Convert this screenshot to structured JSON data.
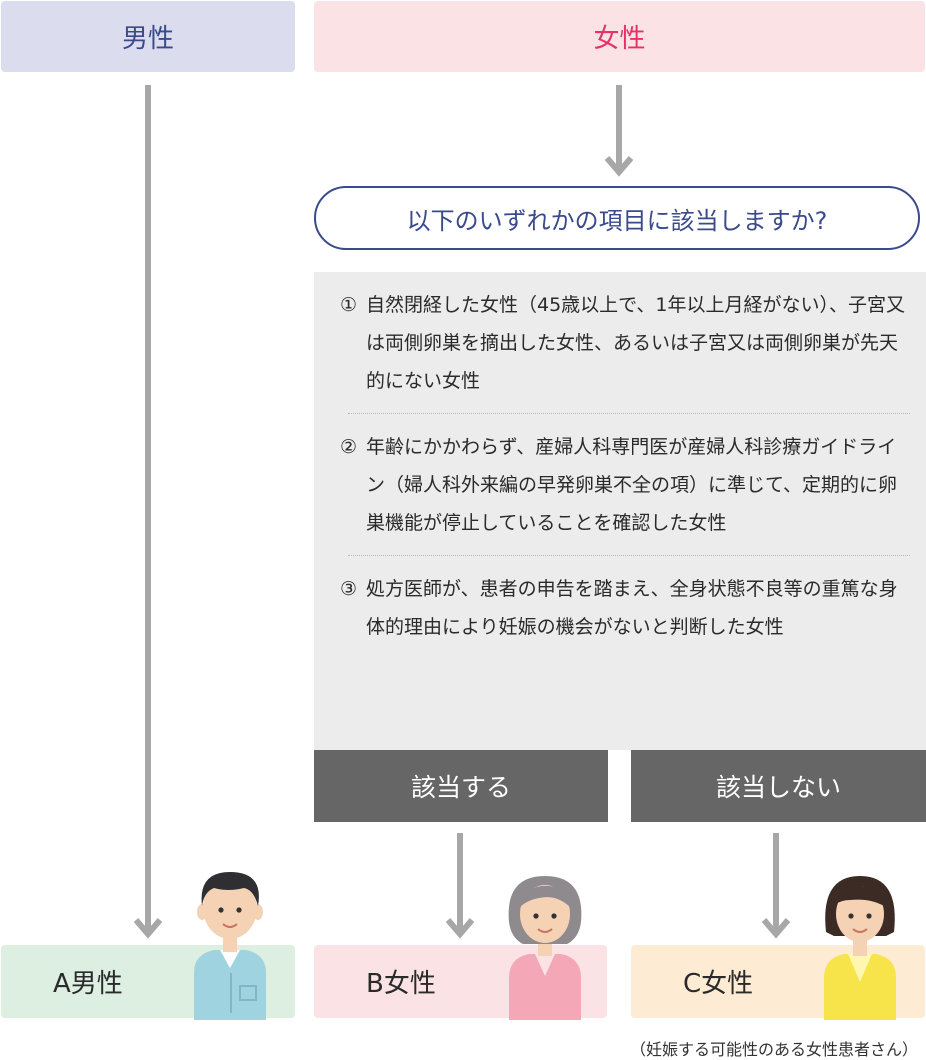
{
  "header": {
    "male": "男性",
    "female": "女性"
  },
  "question": "以下のいずれかの項目に該当しますか?",
  "criteria": [
    {
      "num": "①",
      "text": "自然閉経した女性（45歳以上で、1年以上月経がない）、子宮又は両側卵巣を摘出した女性、あるいは子宮又は両側卵巣が先天的にない女性"
    },
    {
      "num": "②",
      "text": "年齢にかかわらず、産婦人科専門医が産婦人科診療ガイドライン（婦人科外来編の早発卵巣不全の項）に準じて、定期的に卵巣機能が停止していることを確認した女性"
    },
    {
      "num": "③",
      "text": "処方医師が、患者の申告を踏まえ、全身状態不良等の重篤な身体的理由により妊娠の機会がないと判断した女性"
    }
  ],
  "answers": {
    "yes": "該当する",
    "no": "該当しない"
  },
  "results": {
    "a": "A男性",
    "b": "B女性",
    "c": "C女性"
  },
  "footnote": "（妊娠する可能性のある女性患者さん）",
  "colors": {
    "male_header_bg": "#dcdcef",
    "male_text": "#3a4a8c",
    "female_header_bg": "#fbe2e4",
    "female_text": "#e5336a",
    "criteria_bg": "#ececec",
    "answer_bg": "#666666",
    "arrow": "#a7a7a7",
    "result_a_bg": "#dcefe0",
    "result_b_bg": "#fbe2e4",
    "result_c_bg": "#fdecd3"
  }
}
